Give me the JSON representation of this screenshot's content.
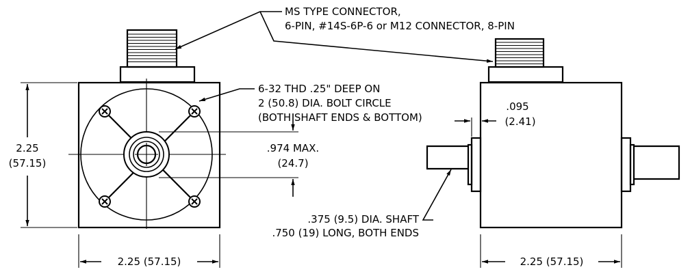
{
  "labels": {
    "connector_line1": "MS TYPE CONNECTOR,",
    "connector_line2": "6-PIN, #14S-6P-6 or M12 CONNECTOR, 8-PIN",
    "thread_line1": "6-32 THD .25\" DEEP ON",
    "thread_line2": "2 (50.8) DIA. BOLT CIRCLE",
    "thread_line3": "(BOTH SHAFT ENDS & BOTTOM)",
    "height_in": "2.25",
    "height_mm": "(57.15)",
    "hub_in": ".974 MAX.",
    "hub_mm": "(24.7)",
    "flange_in": ".095",
    "flange_mm": "(2.41)",
    "shaft_line1": ".375 (9.5) DIA. SHAFT",
    "shaft_line2": ".750 (19) LONG, BOTH ENDS",
    "width_front": "2.25 (57.15)",
    "width_side": "2.25 (57.15)"
  }
}
